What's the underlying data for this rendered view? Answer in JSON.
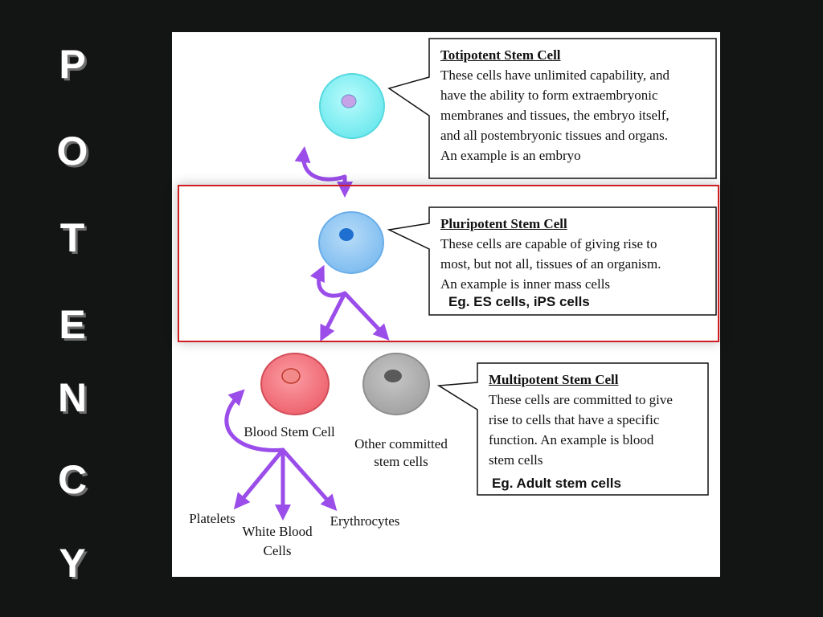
{
  "side_title": [
    "P",
    "O",
    "T",
    "E",
    "N",
    "C",
    "Y"
  ],
  "totipotent": {
    "heading": "Totipotent Stem Cell",
    "lines": [
      "These cells have unlimited capability, and",
      "have the ability to form extraembryonic",
      "membranes and tissues, the embryo itself,",
      "and all postembryonic tissues and organs.",
      "An example is an embryo"
    ]
  },
  "pluripotent": {
    "heading": "Pluripotent Stem Cell",
    "lines": [
      "These cells are capable of giving rise to",
      "most, but not all, tissues of an organism.",
      "An example is inner mass cells"
    ],
    "example": "Eg. ES cells, iPS cells"
  },
  "multipotent": {
    "heading": "Multipotent Stem Cell",
    "lines": [
      "These cells are committed to give",
      "rise to cells that have a specific",
      "function.  An example is blood",
      "stem cells"
    ],
    "example": "Eg. Adult stem cells"
  },
  "labels": {
    "blood_stem_cell": "Blood Stem Cell",
    "other_committed": [
      "Other committed",
      "stem cells"
    ],
    "platelets": "Platelets",
    "white_blood_cells": [
      "White Blood",
      "Cells"
    ],
    "erythrocytes": "Erythrocytes"
  },
  "colors": {
    "background": "#131414",
    "highlight_border": "#cf1f25",
    "arrow": "#9b4dea",
    "totipotent_cell": "#7ff2f4",
    "pluripotent_cell": "#8fc8f3",
    "blood_stem_cell": "#f2727c",
    "other_cell": "#a9a9a9"
  }
}
